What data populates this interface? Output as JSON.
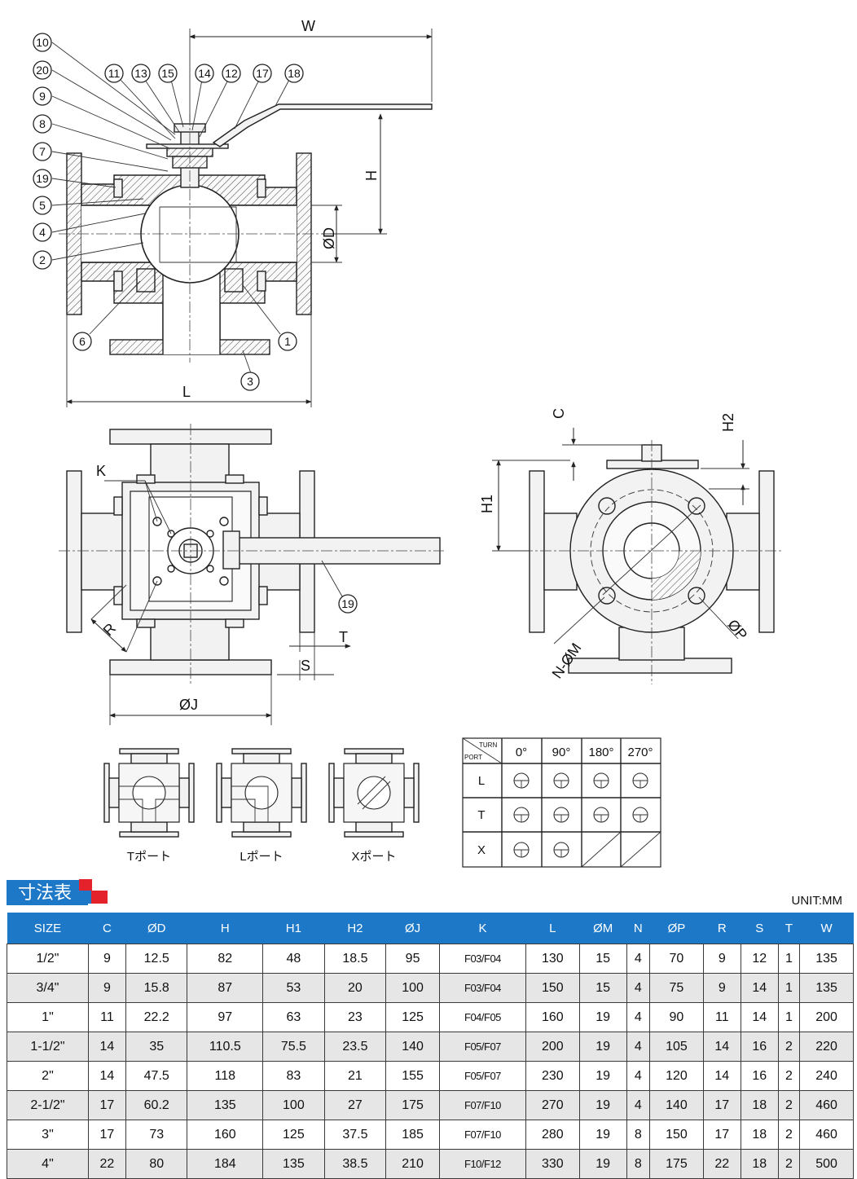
{
  "drawing": {
    "callouts": [
      "10",
      "20",
      "9",
      "8",
      "7",
      "19",
      "5",
      "4",
      "2",
      "11",
      "13",
      "15",
      "14",
      "12",
      "17",
      "18",
      "6",
      "1",
      "3"
    ],
    "dim_labels": {
      "w": "W",
      "h": "H",
      "od": "ØD",
      "l": "L",
      "k": "K",
      "r": "R",
      "s": "S",
      "t": "T",
      "oj": "ØJ",
      "c19": "19",
      "c": "C",
      "h1": "H1",
      "h2": "H2",
      "nm": "N-ØM",
      "op": "ØP"
    },
    "ports": [
      {
        "label": "Tポート"
      },
      {
        "label": "Lポート"
      },
      {
        "label": "Xポート"
      }
    ],
    "turn_table": {
      "corner_turn": "TURN",
      "corner_port": "PORT",
      "angles": [
        "0°",
        "90°",
        "180°",
        "270°"
      ],
      "rows": [
        "L",
        "T",
        "X"
      ]
    }
  },
  "table": {
    "title": "寸法表",
    "unit": "UNIT:MM",
    "headers": [
      "SIZE",
      "C",
      "ØD",
      "H",
      "H1",
      "H2",
      "ØJ",
      "K",
      "L",
      "ØM",
      "N",
      "ØP",
      "R",
      "S",
      "T",
      "W"
    ],
    "rows": [
      [
        "1/2\"",
        "9",
        "12.5",
        "82",
        "48",
        "18.5",
        "95",
        "F03/F04",
        "130",
        "15",
        "4",
        "70",
        "9",
        "12",
        "1",
        "135"
      ],
      [
        "3/4\"",
        "9",
        "15.8",
        "87",
        "53",
        "20",
        "100",
        "F03/F04",
        "150",
        "15",
        "4",
        "75",
        "9",
        "14",
        "1",
        "135"
      ],
      [
        "1\"",
        "11",
        "22.2",
        "97",
        "63",
        "23",
        "125",
        "F04/F05",
        "160",
        "19",
        "4",
        "90",
        "11",
        "14",
        "1",
        "200"
      ],
      [
        "1-1/2\"",
        "14",
        "35",
        "110.5",
        "75.5",
        "23.5",
        "140",
        "F05/F07",
        "200",
        "19",
        "4",
        "105",
        "14",
        "16",
        "2",
        "220"
      ],
      [
        "2\"",
        "14",
        "47.5",
        "118",
        "83",
        "21",
        "155",
        "F05/F07",
        "230",
        "19",
        "4",
        "120",
        "14",
        "16",
        "2",
        "240"
      ],
      [
        "2-1/2\"",
        "17",
        "60.2",
        "135",
        "100",
        "27",
        "175",
        "F07/F10",
        "270",
        "19",
        "4",
        "140",
        "17",
        "18",
        "2",
        "460"
      ],
      [
        "3\"",
        "17",
        "73",
        "160",
        "125",
        "37.5",
        "185",
        "F07/F10",
        "280",
        "19",
        "8",
        "150",
        "17",
        "18",
        "2",
        "460"
      ],
      [
        "4\"",
        "22",
        "80",
        "184",
        "135",
        "38.5",
        "210",
        "F10/F12",
        "330",
        "19",
        "8",
        "175",
        "22",
        "18",
        "2",
        "500"
      ]
    ]
  },
  "colors": {
    "accent": "#1d78c8",
    "deco": "#e4222c"
  }
}
